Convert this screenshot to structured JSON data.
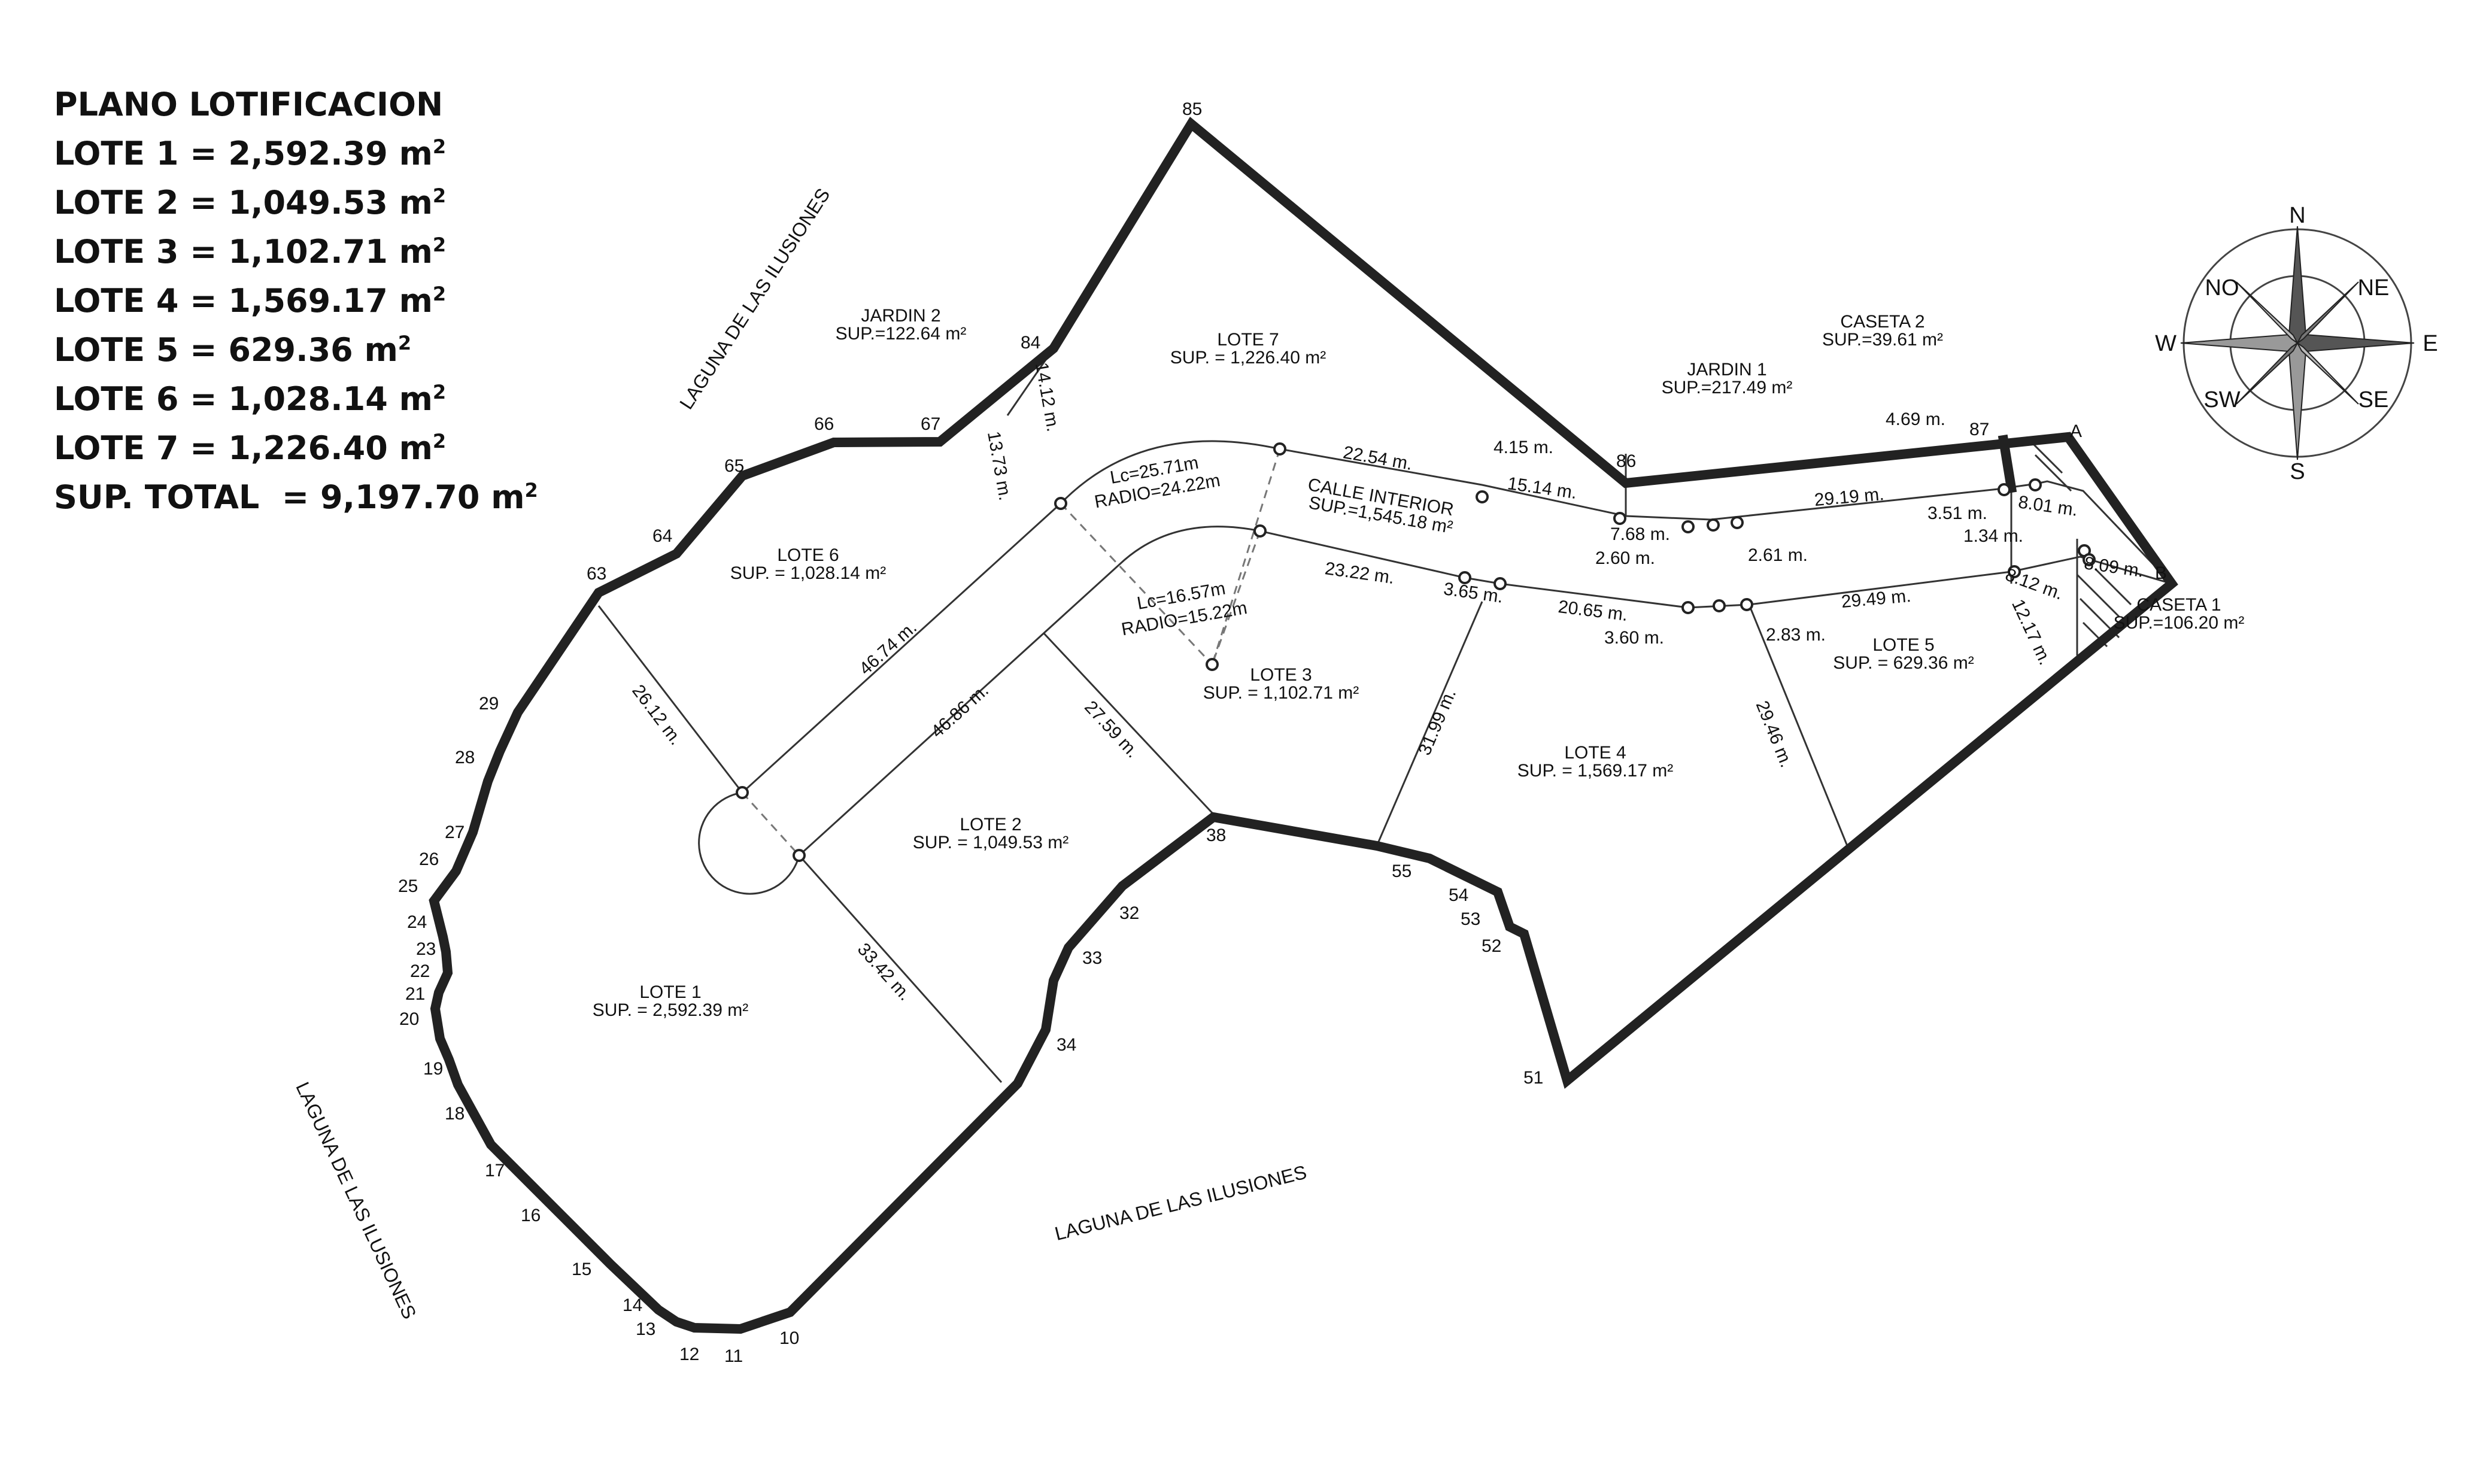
{
  "summary": {
    "title": "PLANO LOTIFICACION",
    "lots": [
      {
        "name": "LOTE 1",
        "value": "2,592.39"
      },
      {
        "name": "LOTE 2",
        "value": "1,049.53"
      },
      {
        "name": "LOTE 3",
        "value": "1,102.71"
      },
      {
        "name": "LOTE 4",
        "value": "1,569.17"
      },
      {
        "name": "LOTE 5",
        "value": "629.36"
      },
      {
        "name": "LOTE 6",
        "value": "1,028.14"
      },
      {
        "name": "LOTE 7",
        "value": "1,226.40"
      }
    ],
    "total_label": "SUP. TOTAL",
    "total_value": "9,197.70",
    "unit": "m",
    "unit_exp": "2"
  },
  "lot_labels": {
    "lote1": {
      "name": "LOTE 1",
      "sup": "SUP. = 2,592.39 m²"
    },
    "lote2": {
      "name": "LOTE 2",
      "sup": "SUP. = 1,049.53 m²"
    },
    "lote3": {
      "name": "LOTE 3",
      "sup": "SUP. = 1,102.71 m²"
    },
    "lote4": {
      "name": "LOTE 4",
      "sup": "SUP. = 1,569.17 m²"
    },
    "lote5": {
      "name": "LOTE 5",
      "sup": "SUP. = 629.36 m²"
    },
    "lote6": {
      "name": "LOTE 6",
      "sup": "SUP. = 1,028.14 m²"
    },
    "lote7": {
      "name": "LOTE 7",
      "sup": "SUP. =  1,226.40 m²"
    },
    "calle": {
      "name": "CALLE INTERIOR",
      "sup": "SUP.=1,545.18 m²"
    },
    "jardin1": {
      "name": "JARDIN 1",
      "sup": "SUP.=217.49 m²"
    },
    "jardin2": {
      "name": "JARDIN 2",
      "sup": "SUP.=122.64 m²"
    },
    "caseta1": {
      "name": "CASETA 1",
      "sup": "SUP.=106.20 m²"
    },
    "caseta2": {
      "name": "CASETA 2",
      "sup": "SUP.=39.61 m²"
    }
  },
  "curves": {
    "c1_lc": "Lc=25.71m",
    "c1_radio": "RADIO=24.22m",
    "c2_lc": "Lc=16.57m",
    "c2_radio": "RADIO=15.22m"
  },
  "dimensions": {
    "d1": "14.12 m.",
    "d2": "13.73 m.",
    "d3": "22.54 m.",
    "d4": "4.15 m.",
    "d5": "15.14 m.",
    "d6": "7.68 m.",
    "d7": "2.60 m.",
    "d8": "2.61 m.",
    "d9": "29.19 m.",
    "d10": "4.69 m.",
    "d11": "3.51 m.",
    "d12": "8.01 m.",
    "d13": "1.34 m.",
    "d14": "8.09 m.",
    "d15": "8.12 m.",
    "d16": "12.17 m.",
    "d17": "23.22 m.",
    "d18": "3.65 m.",
    "d19": "20.65 m.",
    "d20": "3.60 m.",
    "d21": "2.83 m.",
    "d22": "29.49 m.",
    "d23": "46.74 m.",
    "d24": "46.86 m.",
    "d25": "26.12 m.",
    "d26": "27.59 m.",
    "d27": "31.99 m.",
    "d28": "29.46 m.",
    "d29": "33.42 m."
  },
  "points": {
    "p85": "85",
    "p84": "84",
    "p67": "67",
    "p66": "66",
    "p65": "65",
    "p64": "64",
    "p63": "63",
    "p29": "29",
    "p28": "28",
    "p27": "27",
    "p26": "26",
    "p25": "25",
    "p24": "24",
    "p23": "23",
    "p22": "22",
    "p21": "21",
    "p20": "20",
    "p19": "19",
    "p18": "18",
    "p17": "17",
    "p16": "16",
    "p15": "15",
    "p14": "14",
    "p13": "13",
    "p12": "12",
    "p11": "11",
    "p10": "10",
    "p34": "34",
    "p33": "33",
    "p32": "32",
    "p38": "38",
    "p55": "55",
    "p54": "54",
    "p53": "53",
    "p52": "52",
    "p51": "51",
    "pB": "B",
    "pA": "A",
    "p87": "87",
    "p86": "86"
  },
  "lagoon": {
    "north": "LAGUNA DE LAS ILUSIONES",
    "west": "LAGUNA DE LAS ILUSIONES",
    "south": "LAGUNA DE LAS ILUSIONES"
  },
  "compass": {
    "n": "N",
    "s": "S",
    "e": "E",
    "w": "W",
    "ne": "NE",
    "nw": "NO",
    "se": "SE",
    "sw": "SW"
  }
}
